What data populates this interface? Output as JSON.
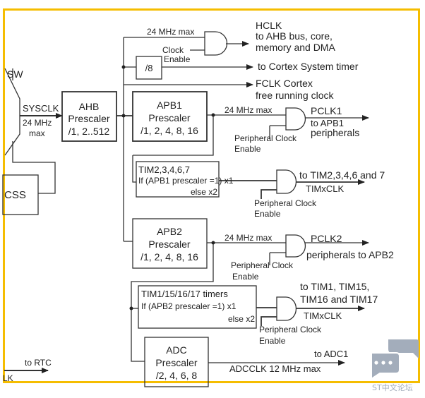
{
  "diagram": {
    "sw": "SW",
    "sysclk": "SYSCLK",
    "sysclk_freq": [
      "24 MHz",
      "max"
    ],
    "css": "CSS",
    "rtc_out": "to RTC",
    "rtc_clk_fragment": "LK",
    "ahb": [
      "AHB",
      "Prescaler",
      "/1, 2..512"
    ],
    "hclk_max": "24 MHz max",
    "clock_enable": [
      "Clock",
      "Enable"
    ],
    "hclk_out": [
      "HCLK",
      "to AHB bus, core,",
      "memory and DMA"
    ],
    "div8": "/8",
    "systick_out": "to Cortex System timer",
    "fclk_out": [
      "FCLK Cortex",
      "free running clock"
    ],
    "apb1": [
      "APB1",
      "Prescaler",
      "/1, 2, 4, 8, 16"
    ],
    "pclk1_max": "24 MHz max",
    "pclk1_out": [
      "PCLK1",
      "to APB1",
      "peripherals"
    ],
    "periph_enable_1": [
      "Peripheral Clock",
      "Enable"
    ],
    "tim_apb1": [
      "TIM2,3,4,6,7",
      "If (APB1 prescaler =1) x1",
      "else  x2"
    ],
    "tim_apb1_out": [
      "to TIM2,3,4,6 and 7",
      "TIMxCLK"
    ],
    "periph_enable_2": [
      "Peripheral Clock",
      "Enable"
    ],
    "apb2": [
      "APB2",
      "Prescaler",
      "/1, 2, 4, 8, 16"
    ],
    "pclk2_max": "24 MHz max",
    "pclk2_out": [
      "PCLK2",
      "peripherals to APB2"
    ],
    "periph_enable_3": [
      "Peripheral Clock",
      "Enable"
    ],
    "tim_apb2": [
      "TIM1/15/16/17 timers",
      "If (APB2 prescaler =1) x1",
      "else x2"
    ],
    "tim_apb2_out": [
      "to TIM1, TIM15,",
      "TIM16 and TIM17",
      "TIMxCLK"
    ],
    "periph_enable_4": [
      "Peripheral Clock",
      "Enable"
    ],
    "adc": [
      "ADC",
      "Prescaler",
      "/2, 4, 6, 8"
    ],
    "adc_out": "to ADC1",
    "adcclk": "ADCCLK 12 MHz max"
  },
  "watermark": {
    "icon": "chat-bubbles-icon",
    "text": "ST中文论坛"
  },
  "colors": {
    "frame": "#f5bd00",
    "line": "#333333",
    "watermark": "#a3adbb"
  }
}
